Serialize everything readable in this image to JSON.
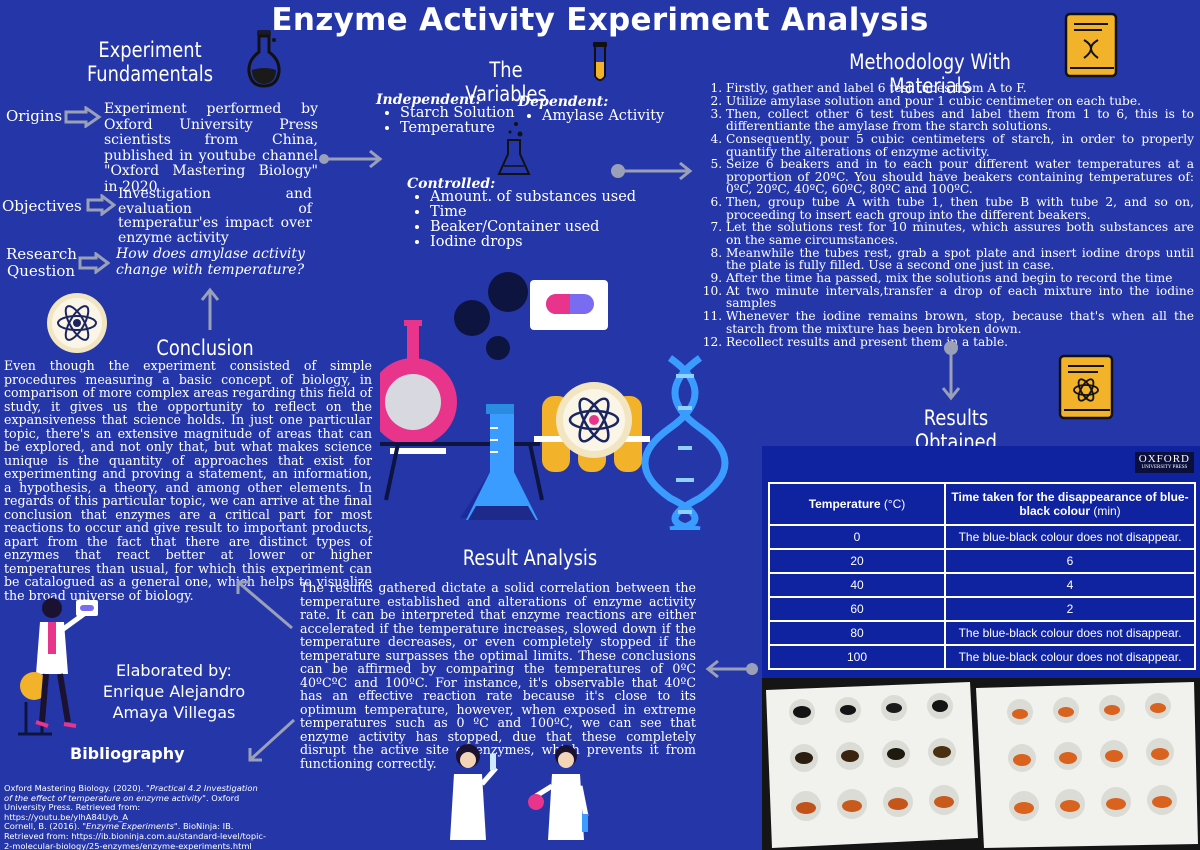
{
  "title": "Enzyme Activity Experiment Analysis",
  "fundamentals": {
    "heading_line1": "Experiment",
    "heading_line2": "Fundamentals",
    "origins_label": "Origins",
    "origins_text": "Experiment performed by Oxford University Press scientists from China, published in youtube channel \"Oxford Mastering Biology\" in 2020",
    "objectives_label": "Objectives",
    "objectives_text": "Investigation and evaluation of temperatur'es impact over enzyme activity",
    "research_label_line1": "Research",
    "research_label_line2": "Question",
    "research_text": "How does amylase activity change with temperature?"
  },
  "variables": {
    "heading": "The Variables",
    "independent_label": "Independent:",
    "independent_items": [
      "Starch Solution",
      "Temperature"
    ],
    "dependent_label": "Dependent:",
    "dependent_items": [
      "Amylase Activity"
    ],
    "controlled_label": "Controlled:",
    "controlled_items": [
      "Amount. of substances used",
      "Time",
      "Beaker/Container used",
      "Iodine drops"
    ]
  },
  "methodology": {
    "heading": "Methodology With Materials",
    "steps": [
      "Firstly, gather and label 6 test tubes from A to F.",
      "Utilize amylase solution and pour 1 cubic centimeter on each tube.",
      "Then, collect other 6 test tubes and label them from 1 to 6, this is to differentiante the amylase from the starch solutions.",
      "Consequently, pour 5 cubic centimeters of starch, in order to properly quantify the alterations of enzyme activity.",
      "Seize 6 beakers and in to each pour different water temperatures at a proportion of 20ºC. You should have beakers containing temperatures of: 0ºC, 20ºC, 40ºC, 60ºC, 80ºC and 100ºC.",
      "Then, group tube A with tube 1, then tube B with tube 2, and so on, proceeding to insert each group into the different beakers.",
      "Let the solutions rest for 10 minutes, which assures both substances are on the same circumstances.",
      "Meanwhile the tubes rest, grab a spot plate and insert iodine drops until the plate is fully filled. Use a second one just in case.",
      "After the time ha passed, mix the solutions and begin to record the time",
      "At two minute intervals,transfer a drop of each mixture into the iodine samples",
      "Whenever the iodine remains brown, stop, because that's when all the starch from the mixture has been broken down.",
      "Recollect results and present them in a table."
    ]
  },
  "conclusion": {
    "heading": "Conclusion",
    "text": "Even though the experiment consisted of simple procedures measuring a basic concept of biology, in comparison of more complex areas regarding this field of study, it gives us the opportunity to reflect on the expansiveness that science holds. In just one particular topic, there's an extensive magnitude of areas that can be explored, and not only that, but what makes science unique is the quantity of approaches that exist for experimenting and proving a statement, an information, a hypothesis, a theory, and among other elements. In regards of this particular topic, we can arrive at the final conclusion that enzymes are a critical part for most reactions to occur and give result to important products, apart from the fact that there are distinct types of enzymes that react better at lower or higher temperatures than usual, for which this experiment can be catalogued as a general one, which helps to visualize the broad universe of biology."
  },
  "results": {
    "heading": "Results Obtained",
    "logo_line1": "OXFORD",
    "logo_line2": "UNIVERSITY PRESS",
    "col1_header": "Temperature",
    "col1_unit": " (°C)",
    "col2_header": "Time taken for the disappearance of blue-black colour",
    "col2_unit": " (min)",
    "rows": [
      {
        "temp": "0",
        "time": "The blue-black colour does not disappear."
      },
      {
        "temp": "20",
        "time": "6"
      },
      {
        "temp": "40",
        "time": "4"
      },
      {
        "temp": "60",
        "time": "2"
      },
      {
        "temp": "80",
        "time": "The blue-black colour does not disappear."
      },
      {
        "temp": "100",
        "time": "The blue-black colour does not disappear."
      }
    ]
  },
  "analysis": {
    "heading": "Result Analysis",
    "text": "The results gathered dictate a solid correlation between the temperature established and alterations of enzyme activity rate. It can be interpreted that enzyme reactions are either accelerated if the temperature increases, slowed down if the temperature decreases, or even completely stopped if the temperature surpasses the optimal limits. These conclusions can be affirmed by comparing the temperatures of 0ºC 40ºCºC and 100ºC. For instance, it's observable that 40ºC has an effective reaction rate because it's close to its optimum temperature, however, when exposed in extreme temperatures such as 0 ºC and 100ºC, we can see that enzyme activity has stopped, due that these completely disrupt the active site of enzymes, which prevents it from functioning correctly."
  },
  "author": {
    "line1": "Elaborated by:",
    "line2": "Enrique Alejandro",
    "line3": "Amaya Villegas"
  },
  "bibliography": {
    "heading": "Bibliography",
    "entry1_author": "Oxford Mastering Biology. (2020). ",
    "entry1_title": "\"Practical 4.2 Investigation of the effect of temperature on enzyme activity\"",
    "entry1_rest": ". Oxford University Press. Retrieved from: https://youtu.be/ylhA84Uyb_A",
    "entry2_author": "Cornell, B. (2016). ",
    "entry2_title": "\"Enzyme Experiments\"",
    "entry2_rest": ". BioNinja: IB. Retrieved from: https://ib.bioninja.com.au/standard-level/topic-2-molecular-biology/25-enzymes/enzyme-experiments.html"
  },
  "colors": {
    "background": "#2537a8",
    "table_panel": "#0f22a0",
    "book_icon": "#f2b22a",
    "arrow": "#9aa0b8"
  }
}
